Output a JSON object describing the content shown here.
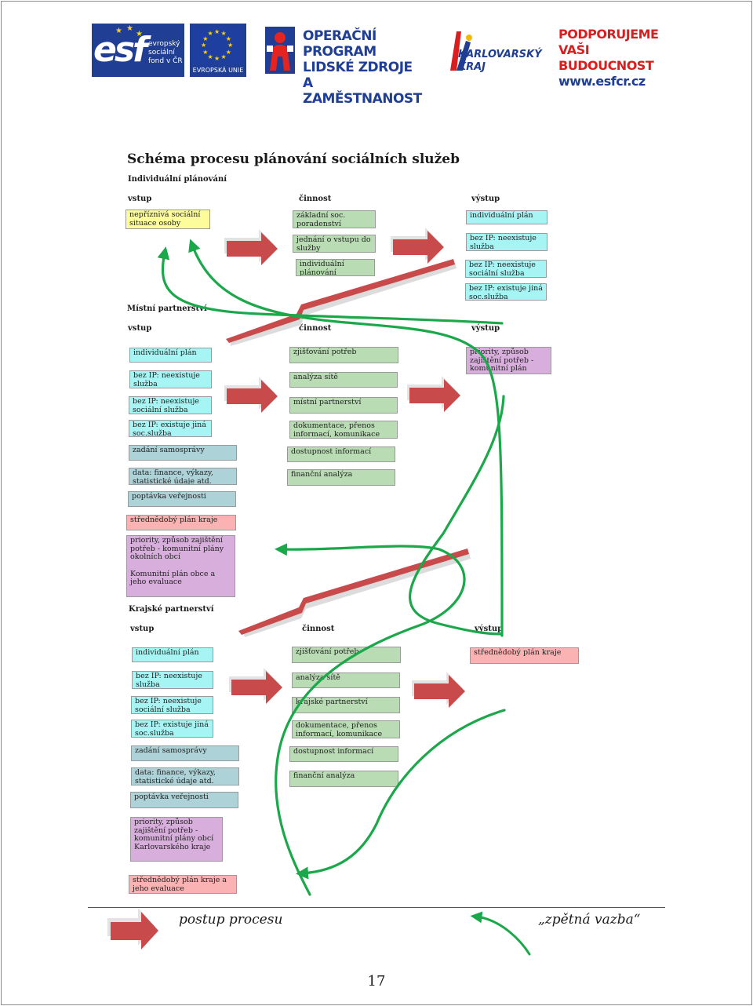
{
  "logos": {
    "esf": {
      "mark": "esf",
      "text": [
        "evropský",
        "sociální",
        "fond v ČR"
      ]
    },
    "eu": {
      "text": "EVROPSKÁ UNIE"
    },
    "program": {
      "lines": [
        "OPERAČNÍ PROGRAM",
        "LIDSKÉ ZDROJE",
        "A ZAMĚSTNANOST"
      ]
    },
    "region": {
      "lines": [
        "KARLOVARSKÝ",
        "KRAJ"
      ]
    },
    "slogan": {
      "lines": [
        "PODPORUJEME",
        "VAŠI BUDOUCNOST",
        "www.esfcr.cz"
      ]
    }
  },
  "colors": {
    "brand_blue": "#1f3e94",
    "slogan_red": "#d81e1e",
    "arrow_red": "#c84a4a",
    "feedback_green": "#1aa84a"
  },
  "diagram": {
    "title": "Schéma procesu plánování sociálních služeb",
    "columns": {
      "input": "vstup",
      "activity": "činnost",
      "output": "výstup"
    },
    "sections": [
      {
        "heading": "Individuální plánování",
        "input": [
          "nepříznivá sociální situace osoby"
        ],
        "activity": [
          "základní soc. poradenství",
          "jednání o vstupu do služby",
          "individuální plánování"
        ],
        "output": [
          "individuální plán",
          "bez IP: neexistuje služba",
          "bez IP: neexistuje sociální služba",
          "bez IP: existuje jiná soc.služba"
        ]
      },
      {
        "heading": "Místní partnerství",
        "input": [
          "individuální plán",
          "bez IP: neexistuje služba",
          "bez IP: neexistuje sociální služba",
          "bez IP: existuje jiná soc.služba",
          "zadání samosprávy",
          "data: finance, výkazy, statistické údaje atd.",
          "poptávka veřejnosti",
          "střednědobý plán kraje",
          "priority, způsob zajištění potřeb - komunitní plány okolních obcí",
          "Komunitní plán obce a jeho evaluace"
        ],
        "activity": [
          "zjišťování potřeb",
          "analýza sítě",
          "místní partnerství",
          "dokumentace, přenos informací, komunikace",
          "dostupnost informací",
          "finanční analýza"
        ],
        "output": [
          "priority, způsob zajištění potřeb - komunitní plán"
        ]
      },
      {
        "heading": "Krajské partnerství",
        "input": [
          "individuální plán",
          "bez IP: neexistuje služba",
          "bez IP: neexistuje sociální služba",
          "bez IP: existuje jiná soc.služba",
          "zadání samosprávy",
          "data: finance, výkazy, statistické údaje atd.",
          "poptávka veřejnosti",
          "priority, způsob zajištění potřeb - komunitní plány obcí Karlovarského kraje",
          "střednědobý plán kraje a jeho evaluace"
        ],
        "activity": [
          "zjišťování potřeb",
          "analýza sítě",
          "krajské partnerství",
          "dokumentace, přenos informací, komunikace",
          "dostupnost informací",
          "finanční analýza"
        ],
        "output": [
          "střednědobý plán kraje"
        ]
      }
    ]
  },
  "legend": {
    "process": "postup procesu",
    "feedback": "„zpětná vazba“"
  },
  "page_number": "17"
}
